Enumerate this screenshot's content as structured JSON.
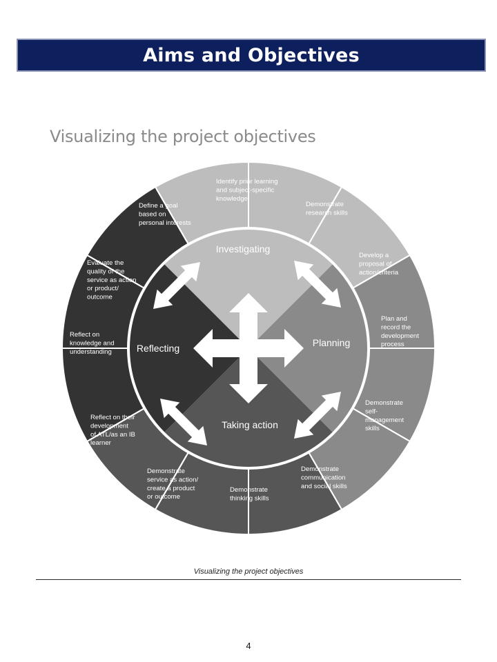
{
  "header": {
    "title": "Aims and Objectives"
  },
  "subtitle": "Visualizing the project objectives",
  "diagram": {
    "colors": {
      "investigating": "#bdbdbd",
      "planning": "#8a8a8a",
      "taking_action": "#565656",
      "reflecting": "#333333",
      "divider": "#ffffff",
      "arrow": "#ffffff"
    },
    "quadrants": {
      "investigating": "Investigating",
      "planning": "Planning",
      "taking_action": "Taking action",
      "reflecting": "Reflecting"
    },
    "outer_segments": [
      {
        "quadrant": "investigating",
        "lines": [
          "Define a goal",
          "based on",
          "personal interests"
        ]
      },
      {
        "quadrant": "investigating",
        "lines": [
          "Identify prior learning",
          "and subject-specific",
          "knowledge"
        ]
      },
      {
        "quadrant": "investigating",
        "lines": [
          "Demonstrate",
          "research skills"
        ]
      },
      {
        "quadrant": "planning",
        "lines": [
          "Develop a",
          "proposal of",
          "action/criteria"
        ]
      },
      {
        "quadrant": "planning",
        "lines": [
          "Plan and",
          "record the",
          "development",
          "process"
        ]
      },
      {
        "quadrant": "planning",
        "lines": [
          "Demonstrate",
          "self-",
          "management",
          "skills"
        ]
      },
      {
        "quadrant": "taking_action",
        "lines": [
          "Demonstrate",
          "communication",
          "and social skills"
        ]
      },
      {
        "quadrant": "taking_action",
        "lines": [
          "Demonstrate",
          "thinking skills"
        ]
      },
      {
        "quadrant": "taking_action",
        "lines": [
          "Demonstrate",
          "service as action/",
          "create a product",
          "or outcome"
        ]
      },
      {
        "quadrant": "reflecting",
        "lines": [
          "Reflect on their",
          "development",
          "of ATL/as an IB",
          "learner"
        ]
      },
      {
        "quadrant": "reflecting",
        "lines": [
          "Reflect on",
          "knowledge and",
          "understanding"
        ]
      },
      {
        "quadrant": "reflecting",
        "lines": [
          "Evaluate the",
          "quality of the",
          "service as action",
          "or product/",
          "outcome"
        ]
      }
    ]
  },
  "caption": "Visualizing the project objectives",
  "page_number": "4"
}
